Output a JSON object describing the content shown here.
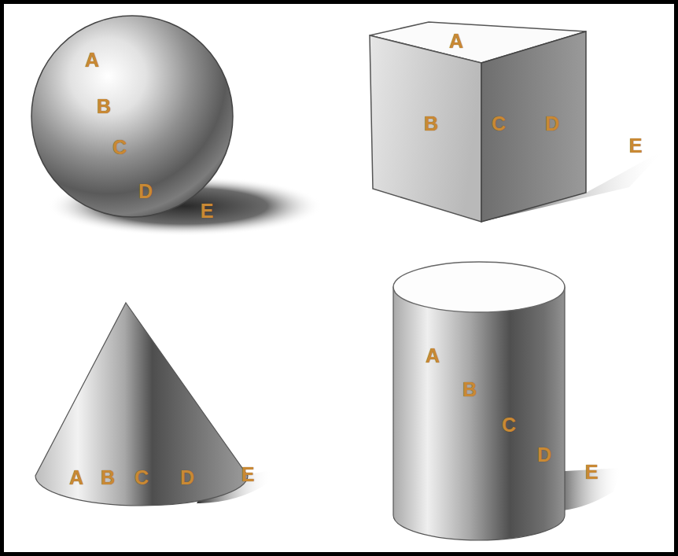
{
  "diagram": {
    "labels": [
      "A",
      "B",
      "C",
      "D",
      "E",
      "A",
      "B",
      "C",
      "D",
      "E",
      "A",
      "B",
      "C",
      "D",
      "E",
      "A",
      "B",
      "C",
      "D",
      "E"
    ]
  }
}
